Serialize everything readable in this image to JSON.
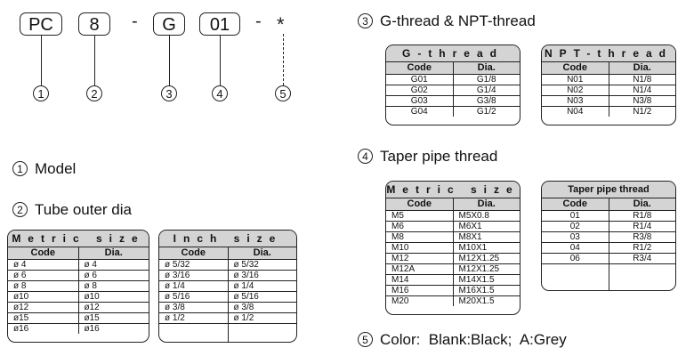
{
  "part_code": {
    "segments": [
      "PC",
      "8",
      "G",
      "01"
    ],
    "dash": "-",
    "color_mark": "*",
    "markers": [
      "1",
      "2",
      "3",
      "4",
      "5"
    ]
  },
  "sections": {
    "model": {
      "num": "1",
      "label": "Model"
    },
    "tube": {
      "num": "2",
      "label": "Tube outer dia"
    },
    "thread": {
      "num": "3",
      "label": "G-thread & NPT-thread"
    },
    "taper": {
      "num": "4",
      "label": "Taper pipe thread"
    },
    "color": {
      "num": "5",
      "label": "Color:  Blank:Black;  A:Grey"
    }
  },
  "tables": {
    "metric_size": {
      "title": "Metric size",
      "headers": [
        "Code",
        "Dia."
      ],
      "rows": [
        [
          "ø 4",
          "ø 4"
        ],
        [
          "ø 6",
          "ø 6"
        ],
        [
          "ø 8",
          "ø 8"
        ],
        [
          "ø10",
          "ø10"
        ],
        [
          "ø12",
          "ø12"
        ],
        [
          "ø15",
          "ø15"
        ],
        [
          "ø16",
          "ø16"
        ]
      ]
    },
    "inch_size": {
      "title": "Inch size",
      "headers": [
        "Code",
        "Dia."
      ],
      "rows": [
        [
          "ø 5/32",
          "ø 5/32"
        ],
        [
          "ø 3/16",
          "ø 3/16"
        ],
        [
          "ø 1/4",
          "ø 1/4"
        ],
        [
          "ø 5/16",
          "ø 5/16"
        ],
        [
          "ø 3/8",
          "ø 3/8"
        ],
        [
          "ø 1/2",
          "ø 1/2"
        ]
      ]
    },
    "g_thread": {
      "title": "G-thread",
      "headers": [
        "Code",
        "Dia."
      ],
      "rows": [
        [
          "G01",
          "G1/8"
        ],
        [
          "G02",
          "G1/4"
        ],
        [
          "G03",
          "G3/8"
        ],
        [
          "G04",
          "G1/2"
        ]
      ]
    },
    "npt_thread": {
      "title": "NPT-thread",
      "headers": [
        "Code",
        "Dia."
      ],
      "rows": [
        [
          "N01",
          "N1/8"
        ],
        [
          "N02",
          "N1/4"
        ],
        [
          "N03",
          "N3/8"
        ],
        [
          "N04",
          "N1/2"
        ]
      ]
    },
    "metric_taper": {
      "title": "Metric size",
      "headers": [
        "Code",
        "Dia."
      ],
      "rows": [
        [
          "M5",
          "M5X0.8"
        ],
        [
          "M6",
          "M6X1"
        ],
        [
          "M8",
          "M8X1"
        ],
        [
          "M10",
          "M10X1"
        ],
        [
          "M12",
          "M12X1.25"
        ],
        [
          "M12A",
          "M12X1.25"
        ],
        [
          "M14",
          "M14X1.5"
        ],
        [
          "M16",
          "M16X1.5"
        ],
        [
          "M20",
          "M20X1.5"
        ]
      ]
    },
    "taper_pipe": {
      "title": "Taper pipe thread",
      "headers": [
        "Code",
        "Dia."
      ],
      "rows": [
        [
          "01",
          "R1/8"
        ],
        [
          "02",
          "R1/4"
        ],
        [
          "03",
          "R3/8"
        ],
        [
          "04",
          "R1/2"
        ],
        [
          "06",
          "R3/4"
        ]
      ]
    }
  }
}
